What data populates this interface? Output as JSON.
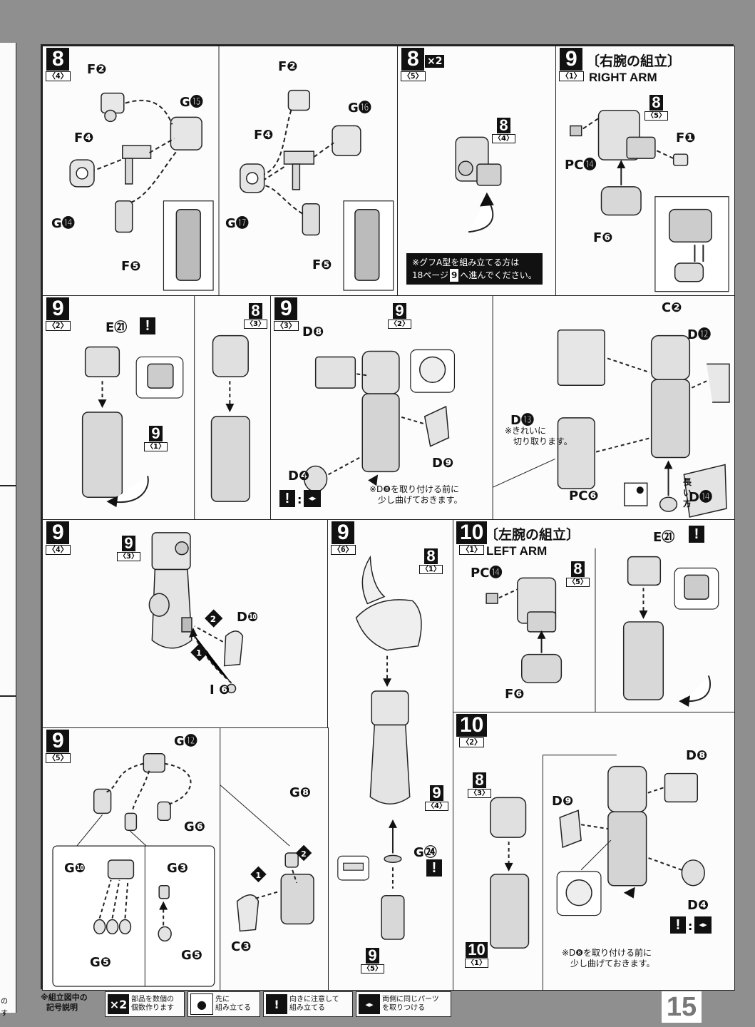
{
  "page_number": "15",
  "edge_strip_texts": [
    "の",
    "す"
  ],
  "panels": {
    "p8_4": {
      "step": "8",
      "sub": "〈4〉",
      "parts": [
        "F❷",
        "G⓯",
        "F❹",
        "G⓮",
        "F❺"
      ],
      "parts_right": [
        "F❷",
        "G⓰",
        "F❹",
        "G⓱",
        "F❺"
      ]
    },
    "p8_5": {
      "step": "8",
      "sub": "〈5〉",
      "multiplier": "×2",
      "ref_step": "8",
      "ref_sub": "〈4〉",
      "note_line1": "※グフA型を組み立てる方は",
      "note_line2_pre": "18ページ",
      "note_line2_ref": "9",
      "note_line2_post": "へ進んでください。"
    },
    "p9_1": {
      "step": "9",
      "sub": "〈1〉",
      "title_ja": "〔右腕の組立〕",
      "title_en": "RIGHT ARM",
      "ref_step": "8",
      "ref_sub": "〈5〉",
      "parts": [
        "F❶",
        "PC⓮",
        "F❻"
      ]
    },
    "p9_2": {
      "step": "9",
      "sub": "〈2〉",
      "part": "E㉑",
      "warn": "!",
      "ref_step": "9",
      "ref_sub": "〈1〉",
      "ref2_step": "8",
      "ref2_sub": "〈3〉"
    },
    "p9_3": {
      "step": "9",
      "sub": "〈3〉",
      "ref_step": "9",
      "ref_sub": "〈2〉",
      "parts": [
        "D❽",
        "D❾",
        "D❹",
        "C❷",
        "D⓬",
        "D⓭",
        "D⓮",
        "PC❻"
      ],
      "cut_note_line1": "※きれいに",
      "cut_note_line2": "切り取ります。",
      "bend_note_line1": "※D❽を取り付ける前に",
      "bend_note_line2": "少し曲げておきます。",
      "long_side": "長い方"
    },
    "p9_4": {
      "step": "9",
      "sub": "〈4〉",
      "ref_step": "9",
      "ref_sub": "〈3〉",
      "parts": [
        "D❿",
        "I ❻"
      ]
    },
    "p9_6": {
      "step": "9",
      "sub": "〈6〉",
      "ref_step": "8",
      "ref_sub": "〈1〉",
      "ref2_step": "9",
      "ref2_sub": "〈4〉",
      "ref3_step": "9",
      "ref3_sub": "〈5〉",
      "part": "G㉔",
      "warn": "!"
    },
    "p10_1": {
      "step": "10",
      "sub": "〈1〉",
      "title_ja": "〔左腕の組立〕",
      "title_en": "LEFT ARM",
      "ref_step": "8",
      "ref_sub": "〈5〉",
      "parts": [
        "PC⓮",
        "F❻",
        "E㉑"
      ],
      "warn": "!"
    },
    "p9_5": {
      "step": "9",
      "sub": "〈5〉",
      "parts": [
        "G⓬",
        "G❻",
        "G❽",
        "G❿",
        "G❸",
        "C❸",
        "G❺",
        "G❺"
      ]
    },
    "p10_2": {
      "step": "10",
      "sub": "〈2〉",
      "ref_step": "8",
      "ref_sub": "〈3〉",
      "ref2_step": "10",
      "ref2_sub": "〈1〉",
      "parts": [
        "D❽",
        "D❾",
        "D❹"
      ],
      "bend_note_line1": "※D❽を取り付ける前に",
      "bend_note_line2": "少し曲げておきます。"
    }
  },
  "legend": {
    "title_line1": "※組立図中の",
    "title_line2": "記号説明",
    "items": [
      {
        "icon": "×2",
        "line1": "部品を数個の",
        "line2": "個数作ります"
      },
      {
        "icon": "●",
        "line1": "先に",
        "line2": "組み立てる"
      },
      {
        "icon": "!",
        "line1": "向きに注意して",
        "line2": "組み立てる"
      },
      {
        "icon": "◂▸",
        "line1": "両側に同じパーツ",
        "line2": "を取りつける"
      }
    ]
  }
}
